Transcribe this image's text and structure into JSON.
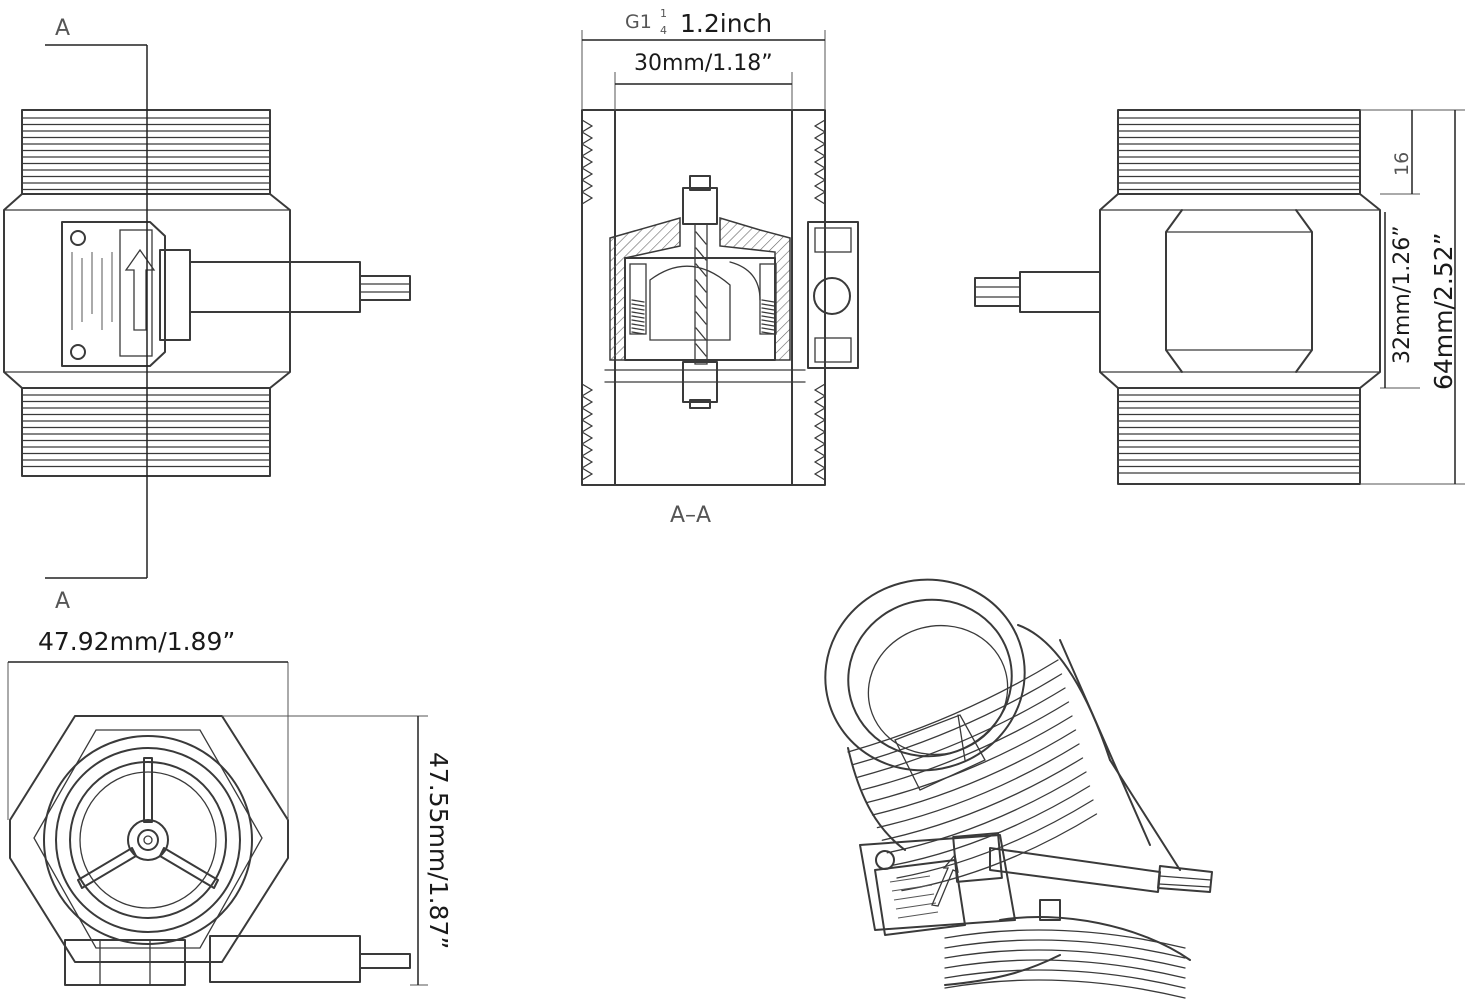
{
  "section_markers": {
    "top": "A",
    "bottom": "A"
  },
  "section_view_label": "A–A",
  "thread_spec": {
    "prefix": "G1",
    "fraction_num": "1",
    "fraction_den": "4"
  },
  "dimensions": {
    "thread_length": "1.2inch",
    "bore_length": "30mm/1.18”",
    "total_width": "47.92mm/1.89”",
    "total_height": "47.55mm/1.87”",
    "hex_length": "32mm/1.26”",
    "total_length": "64mm/2.52”",
    "thread_depth": "16"
  },
  "colors": {
    "line": "#3a3a3a",
    "dimension_text": "#1a1a1a",
    "background": "#ffffff"
  }
}
